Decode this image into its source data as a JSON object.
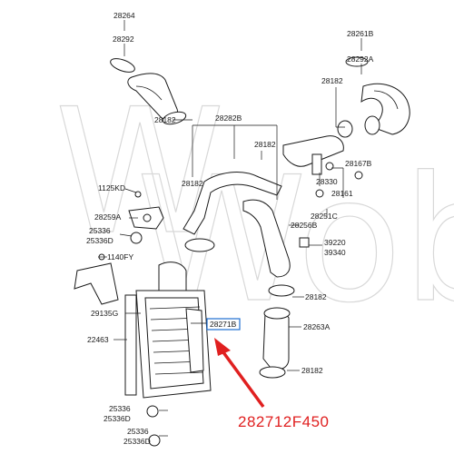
{
  "watermark": {
    "line1": "W",
    "line2": "Woba"
  },
  "labels": {
    "l28264": "28264",
    "l28292": "28292",
    "l28261B": "28261B",
    "l28292A": "28292A",
    "l28182_a": "28182",
    "l28182_b": "28182",
    "l28282B": "28282B",
    "l28182_c": "28182",
    "l28167B": "28167B",
    "l28182_d": "28182",
    "l28330": "28330",
    "l28161": "28161",
    "l1125KD": "1125KD",
    "l28259A": "28259A",
    "l28251C": "28251C",
    "l25336": "25336",
    "l25336D": "25336D",
    "l28256B": "28256B",
    "l39220": "39220",
    "l39340": "39340",
    "l1140FY": "1140FY",
    "l28182_e": "28182",
    "l29135G": "29135G",
    "l28271B": "28271B",
    "l28263A": "28263A",
    "l22463": "22463",
    "l28182_f": "28182",
    "l25336_b": "25336",
    "l25336D_b": "25336D",
    "l25336_c": "25336",
    "l25336D_c": "25336D"
  },
  "highlight": {
    "part_number": "282712F450",
    "color": "#e02020",
    "box_color": "#1e6fd0"
  }
}
